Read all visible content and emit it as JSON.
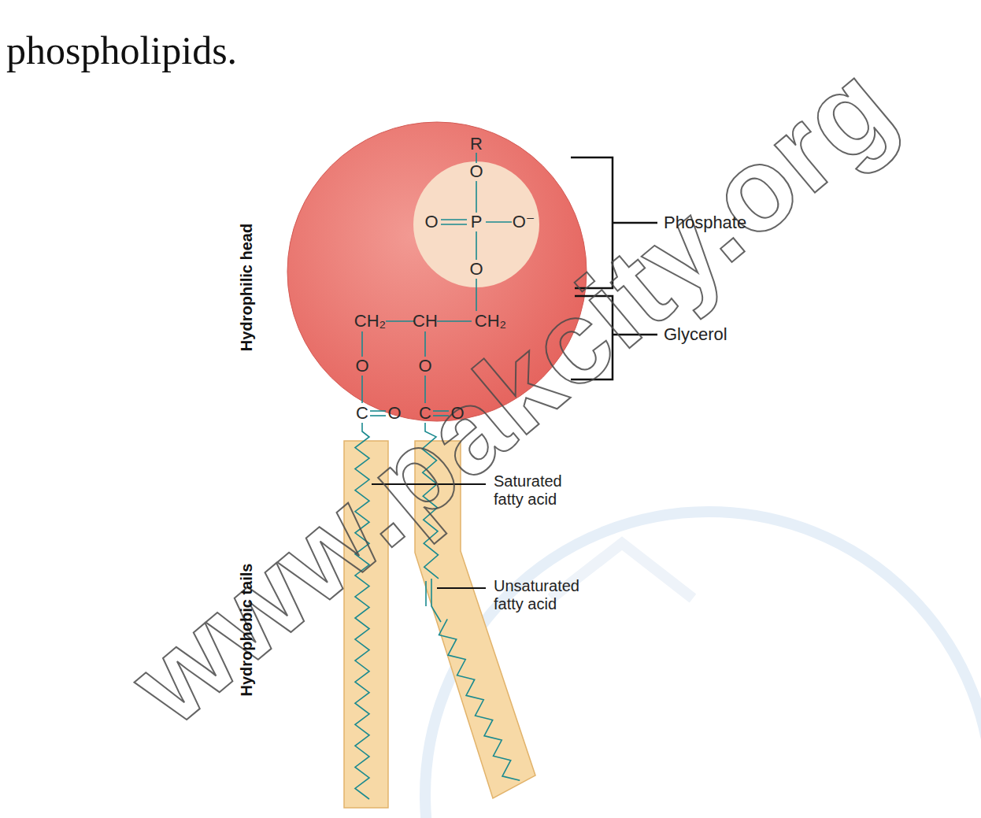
{
  "diagram": {
    "labels": [
      "phospholipids.",
      "R",
      "O",
      "O",
      "P",
      "O⁻",
      "O",
      "CH₂",
      "CH",
      "CH₂",
      "O",
      "O",
      "C",
      "O",
      "C",
      "O",
      "Hydrophilic head",
      "Phosphate",
      "Glycerol",
      "Saturated fatty acid",
      "Unsaturated fatty acid",
      "Hydrophobic tails",
      "www.pakcity.org"
    ]
  }
}
